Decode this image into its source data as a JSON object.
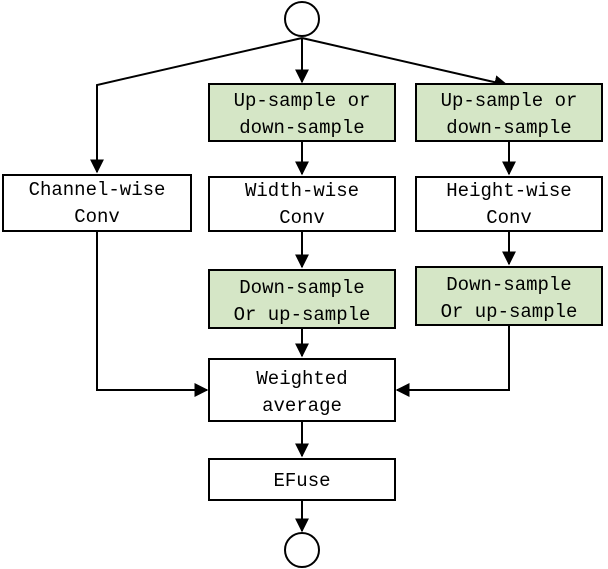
{
  "colors": {
    "sample_fill": "#d5e6c6",
    "conv_fill": "#ffffff",
    "line": "#000000"
  },
  "nodes": {
    "input": {
      "shape": "circle"
    },
    "output": {
      "shape": "circle"
    },
    "upsample_mid": {
      "line1": "Up-sample or",
      "line2": "down-sample"
    },
    "upsample_right": {
      "line1": "Up-sample or",
      "line2": "down-sample"
    },
    "channel_conv": {
      "line1": "Channel-wise",
      "line2": "Conv"
    },
    "width_conv": {
      "line1": "Width-wise",
      "line2": "Conv"
    },
    "height_conv": {
      "line1": "Height-wise",
      "line2": "Conv"
    },
    "downsample_mid": {
      "line1": "Down-sample",
      "line2": "Or up-sample"
    },
    "downsample_right": {
      "line1": "Down-sample",
      "line2": "Or up-sample"
    },
    "weighted_average": {
      "line1": "Weighted",
      "line2": "average"
    },
    "efuse": {
      "line1": "EFuse"
    }
  }
}
